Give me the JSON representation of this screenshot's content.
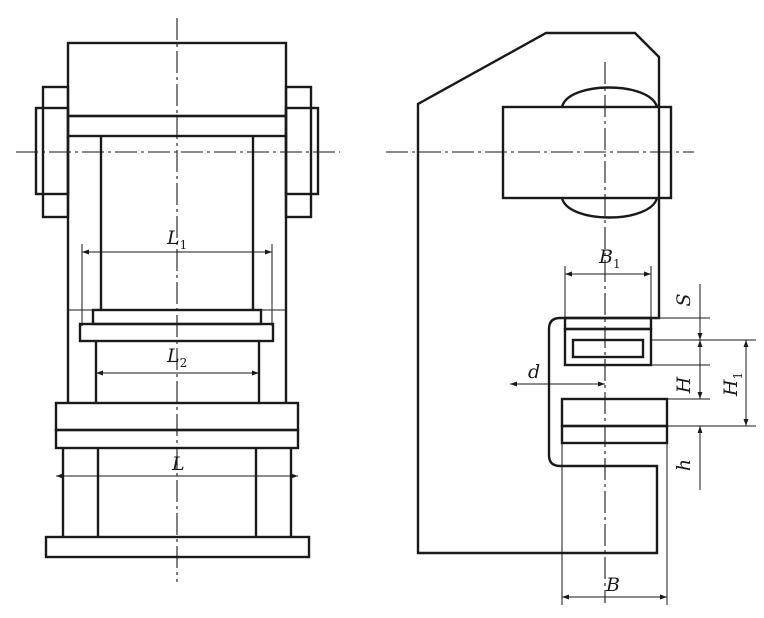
{
  "labels": {
    "L1": {
      "main": "L",
      "sub": "1"
    },
    "L2": {
      "main": "L",
      "sub": "2"
    },
    "L": "L",
    "B1": {
      "main": "B",
      "sub": "1"
    },
    "S": "S",
    "d": "d",
    "H": "H",
    "H1": {
      "main": "H",
      "sub": "1"
    },
    "h": "h",
    "B": "B"
  },
  "colors": {
    "line": "#1a1a1a",
    "background": "#ffffff"
  }
}
